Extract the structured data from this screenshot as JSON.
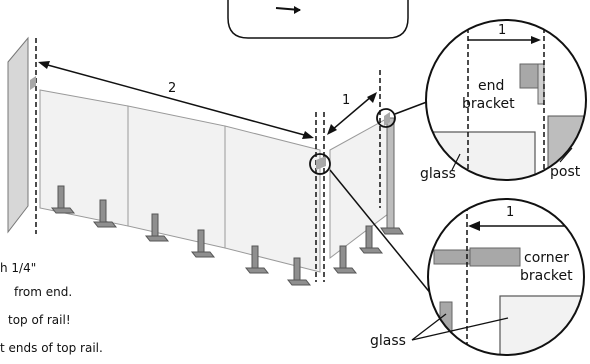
{
  "dimensions": {
    "rail_span_label": "2",
    "return_span_label": "1",
    "end_detail_label": "1",
    "corner_detail_label": "1"
  },
  "callouts": {
    "end_detail": {
      "bracket_line1": "end",
      "bracket_line2": "bracket",
      "glass": "glass",
      "post": "post"
    },
    "corner_detail": {
      "bracket_line1": "corner",
      "bracket_line2": "bracket",
      "glass": "glass"
    }
  },
  "notes": {
    "line1": "h 1/4\"",
    "line2": "from end.",
    "line3": "top of rail!",
    "line4": "t ends of top rail."
  },
  "colors": {
    "line": "#111111",
    "glass_fill": "#f2f2f2",
    "wall_fill": "#d7d7d7",
    "bracket_fill": "#a8a8a8",
    "post_fill": "#bdbdbd",
    "foot_fill": "#8f8f8f"
  }
}
